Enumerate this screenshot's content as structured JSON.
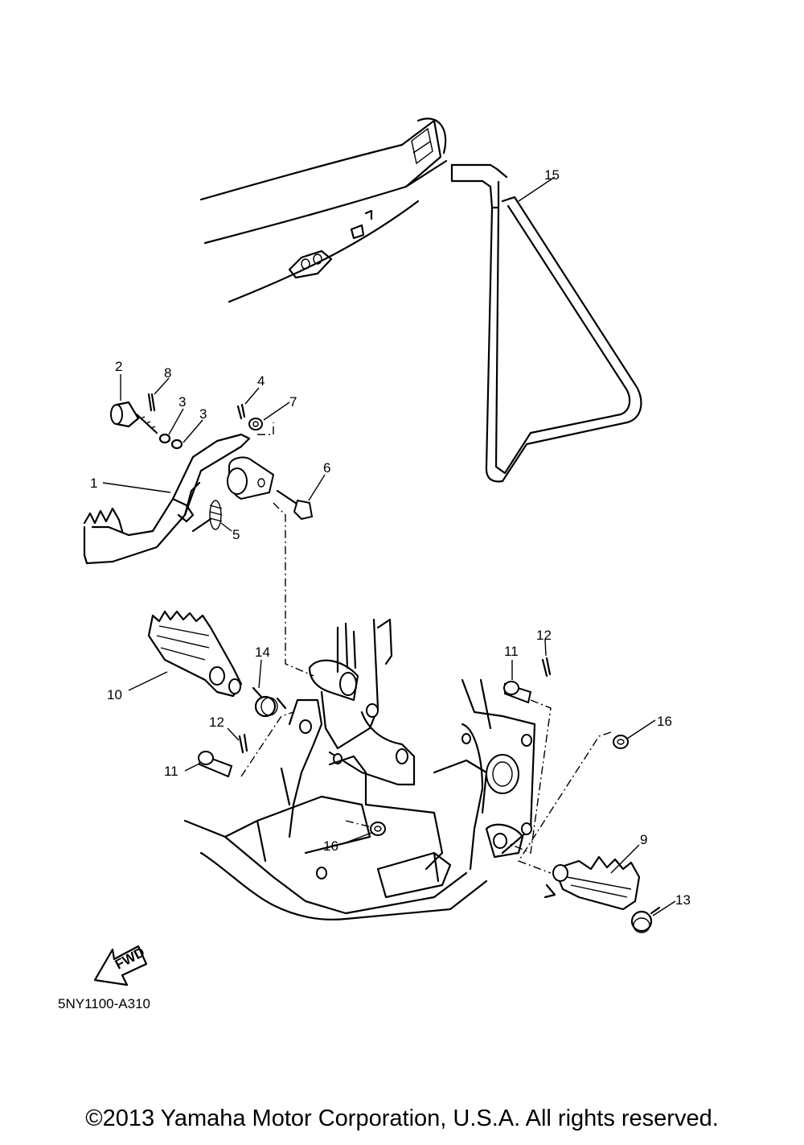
{
  "diagram": {
    "callouts": [
      {
        "id": "1",
        "label": "1"
      },
      {
        "id": "2",
        "label": "2"
      },
      {
        "id": "3a",
        "label": "3"
      },
      {
        "id": "3b",
        "label": "3"
      },
      {
        "id": "4",
        "label": "4"
      },
      {
        "id": "5",
        "label": "5"
      },
      {
        "id": "6",
        "label": "6"
      },
      {
        "id": "7",
        "label": "7"
      },
      {
        "id": "8",
        "label": "8"
      },
      {
        "id": "9",
        "label": "9"
      },
      {
        "id": "10",
        "label": "10"
      },
      {
        "id": "11a",
        "label": "11"
      },
      {
        "id": "11b",
        "label": "11"
      },
      {
        "id": "12a",
        "label": "12"
      },
      {
        "id": "12b",
        "label": "12"
      },
      {
        "id": "13",
        "label": "13"
      },
      {
        "id": "14",
        "label": "14"
      },
      {
        "id": "15",
        "label": "15"
      },
      {
        "id": "16a",
        "label": "16"
      },
      {
        "id": "16b",
        "label": "16"
      }
    ],
    "fwd_label": "FWD",
    "drawing_code": "5NY1100-A310"
  },
  "footer": {
    "copyright": "©2013 Yamaha Motor Corporation, U.S.A. All rights reserved."
  }
}
